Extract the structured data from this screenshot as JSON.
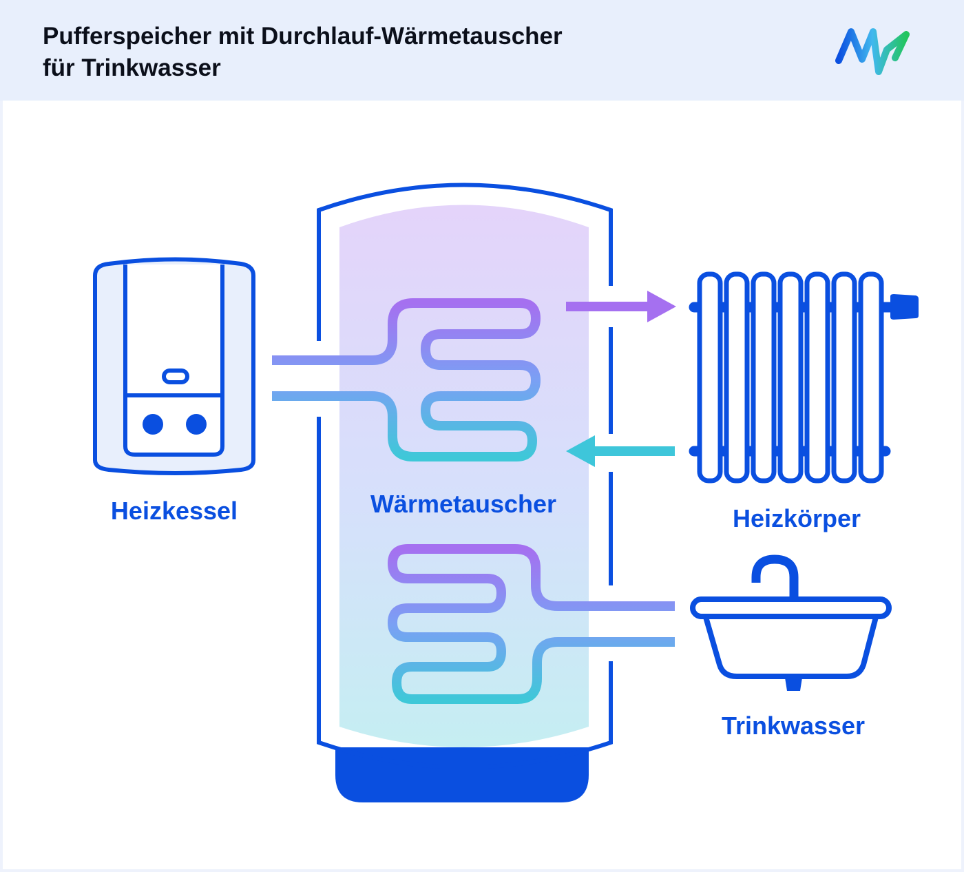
{
  "header": {
    "title_line1": "Pufferspeicher mit Durchlauf-Wärmetauscher",
    "title_line2": "für Trinkwasser",
    "logo": "MW"
  },
  "labels": {
    "boiler": "Heizkessel",
    "heat_exchanger": "Wärmetauscher",
    "radiator": "Heizkörper",
    "drinking_water": "Trinkwasser"
  },
  "colors": {
    "brand_blue": "#0a4fe0",
    "hot": "#a571f0",
    "cold": "#3ec6da",
    "header_bg": "#e8effc"
  }
}
